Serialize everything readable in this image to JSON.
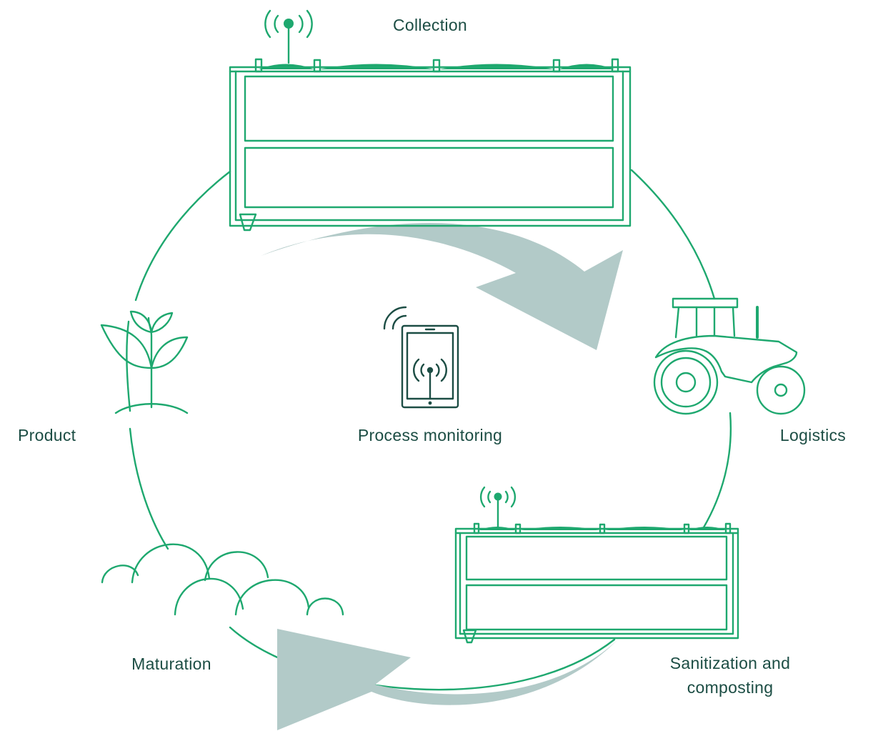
{
  "labels": {
    "collection": "Collection",
    "logistics": "Logistics",
    "sanitization_line1": "Sanitization and",
    "sanitization_line2": "composting",
    "maturation": "Maturation",
    "product": "Product",
    "process_monitoring": "Process monitoring"
  },
  "colors": {
    "primary_green": "#1ea86f",
    "dark_teal": "#1c4d44",
    "arrow_grey": "#b2cac8",
    "background": "#ffffff"
  },
  "icons": [
    "signal-icon",
    "container-icon",
    "tractor-icon",
    "compost-mounds-icon",
    "plant-icon",
    "tablet-icon"
  ]
}
